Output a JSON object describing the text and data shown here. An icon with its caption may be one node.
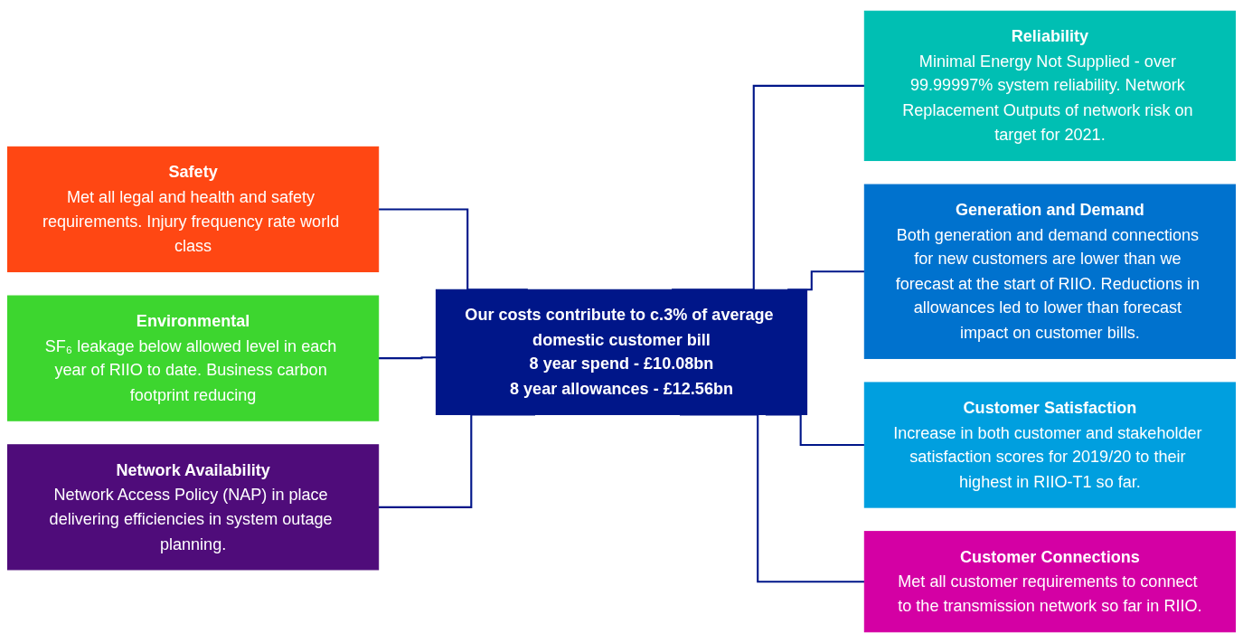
{
  "diagram": {
    "nodes": [
      {
        "text": [
          "Safety",
          "Met all legal and health and safety requirements. Injury frequency rate world class"
        ]
      },
      {
        "text": [
          "Reliability",
          "Minimal Energy Not Supplied - over 99.99997% system reliability. Network Replacement Outputs of network risk on target for 2021."
        ]
      },
      {
        "text": [
          "Our costs contribute to c.3% of average domestic customer bill",
          "8 year spend - £10.08bn",
          "8 year allowances - £12.56bn"
        ]
      },
      {
        "text": [
          "Environmental",
          "SF₆ leakage below allowed level in each year of RIIO to date. Business carbon footprint reducing"
        ]
      },
      {
        "text": [
          "Generation and Demand",
          "Both generation and demand connections for new customers are lower than we forecast at the start of RIIO. Reductions in allowances led to lower than forecast impact on customer bills."
        ]
      },
      {
        "text": [
          "Customer Satisfaction",
          "Increase in both customer and stakeholder satisfaction scores for 2019/20 to their highest in RIIO-T1 so far."
        ]
      },
      {
        "text": [
          "Network Availability",
          "Network Access Policy (NAP) in place delivering efficiencies in system outage planning."
        ]
      },
      {
        "text": [
          "Customer Connections",
          "Met all customer requirements to connect to the transmission network so far in RIIO."
        ]
      }
    ],
    "edges": [
      {
        "from": 0,
        "to": 2,
        "arrow": "none"
      },
      {
        "from": 3,
        "to": 2,
        "arrow": "none"
      },
      {
        "from": 6,
        "to": 2,
        "arrow": "none"
      },
      {
        "from": 2,
        "to": 1,
        "arrow": "none"
      },
      {
        "from": 2,
        "to": 4,
        "arrow": "none"
      },
      {
        "from": 2,
        "to": 5,
        "arrow": "none"
      },
      {
        "from": 2,
        "to": 7,
        "arrow": "none"
      }
    ]
  }
}
